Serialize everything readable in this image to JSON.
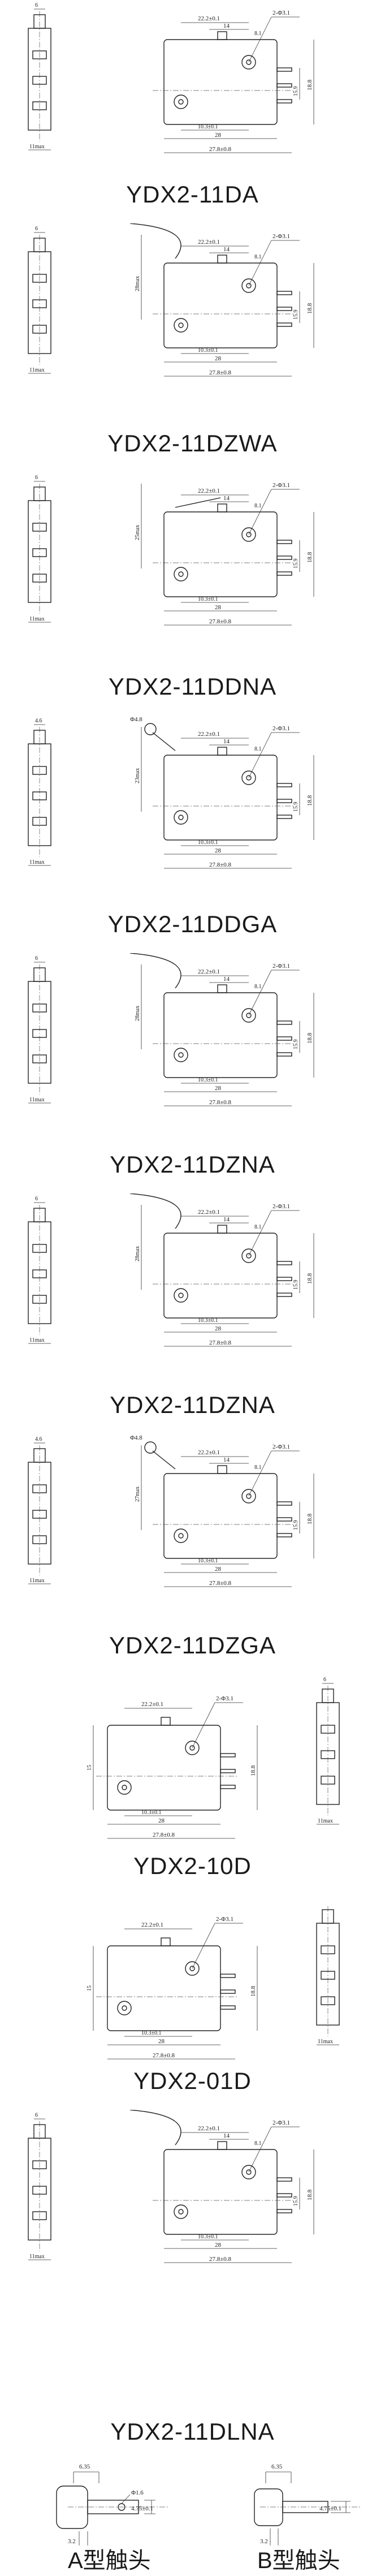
{
  "sheets": [
    {
      "model": "YDX2-11DA",
      "dims": {
        "a": "22.2±0.1",
        "b": "14",
        "c": "8.1",
        "d": "28",
        "e": "27.8±0.8",
        "f": "15.9",
        "g": "10.3±0.1",
        "h": "18.8",
        "hole": "2-Φ3.1",
        "side_w": "6",
        "side_max": "11max"
      }
    },
    {
      "model": "YDX2-11DZWA",
      "dims": {
        "a": "22.2±0.1",
        "b": "14",
        "c": "8.1",
        "d": "28",
        "e": "27.8±0.8",
        "f": "15.9",
        "g": "10.3±0.1",
        "h": "18.8",
        "hole": "2-Φ3.1",
        "side_w": "6",
        "side_max": "11max",
        "lever_h": "28max"
      }
    },
    {
      "model": "YDX2-11DDNA",
      "dims": {
        "a": "22.2±0.1",
        "b": "14",
        "c": "8.1",
        "d": "28",
        "e": "27.8±0.8",
        "f": "15.9",
        "g": "10.3±0.1",
        "h": "18.8",
        "hole": "2-Φ3.1",
        "side_w": "6",
        "side_max": "11max",
        "lever_h": "25max"
      }
    },
    {
      "model": "YDX2-11DDGA",
      "dims": {
        "a": "22.2±0.1",
        "b": "14",
        "c": "8.1",
        "d": "28",
        "e": "27.8±0.8",
        "f": "15.9",
        "g": "10.3±0.1",
        "h": "18.8",
        "hole": "2-Φ3.1",
        "side_w": "4.6",
        "side_max": "11max",
        "lever_h": "23max",
        "roller": "Φ4.8"
      }
    },
    {
      "model": "YDX2-11DZNA",
      "dims": {
        "a": "22.2±0.1",
        "b": "14",
        "c": "8.1",
        "d": "28",
        "e": "27.8±0.8",
        "f": "15.9",
        "g": "10.3±0.1",
        "h": "18.8",
        "hole": "2-Φ3.1",
        "side_w": "6",
        "side_max": "11max",
        "lever_h": "28max"
      }
    },
    {
      "model": "YDX2-11DZNA",
      "dims": {
        "a": "22.2±0.1",
        "b": "14",
        "c": "8.1",
        "d": "28",
        "e": "27.8±0.8",
        "f": "15.9",
        "g": "10.3±0.1",
        "h": "18.8",
        "hole": "2-Φ3.1",
        "side_w": "6",
        "side_max": "11max",
        "lever_h": "28max"
      }
    },
    {
      "model": "YDX2-11DZGA",
      "dims": {
        "a": "22.2±0.1",
        "b": "14",
        "c": "8.1",
        "d": "28",
        "e": "27.8±0.8",
        "f": "15.9",
        "g": "10.3±0.1",
        "h": "18.8",
        "hole": "2-Φ3.1",
        "side_w": "4.6",
        "side_max": "11max",
        "lever_h": "27max",
        "roller": "Φ4.8"
      }
    },
    {
      "model": "YDX2-10D",
      "dims": {
        "a": "22.2±0.1",
        "d": "28",
        "e": "27.8±0.8",
        "g": "10.3±0.1",
        "h": "18.8",
        "hole": "2-Φ3.1",
        "side_w": "6",
        "side_max": "11max",
        "top": "15"
      }
    },
    {
      "model": "YDX2-01D",
      "dims": {
        "a": "22.2±0.1",
        "d": "28",
        "e": "27.8±0.8",
        "g": "10.3±0.1",
        "h": "18.8",
        "hole": "2-Φ3.1",
        "side_max": "11max",
        "top": "15"
      }
    },
    {
      "model": "YDX2-11DLNA",
      "dims": {
        "a": "22.2±0.1",
        "b": "14",
        "c": "8.1",
        "d": "28",
        "e": "27.8±0.8",
        "f": "15.9",
        "g": "10.3±0.1",
        "h": "18.8",
        "hole": "2-Φ3.1",
        "side_w": "6",
        "side_max": "11max"
      }
    }
  ],
  "contacts": {
    "a": {
      "label": "A型触头",
      "w": "6.35",
      "dia": "Φ1.6",
      "pitch": "4.75±0.1",
      "t": "3.2"
    },
    "b": {
      "label": "B型触头",
      "w": "6.35",
      "pitch": "4.75±0.1",
      "t": "3.2"
    }
  }
}
